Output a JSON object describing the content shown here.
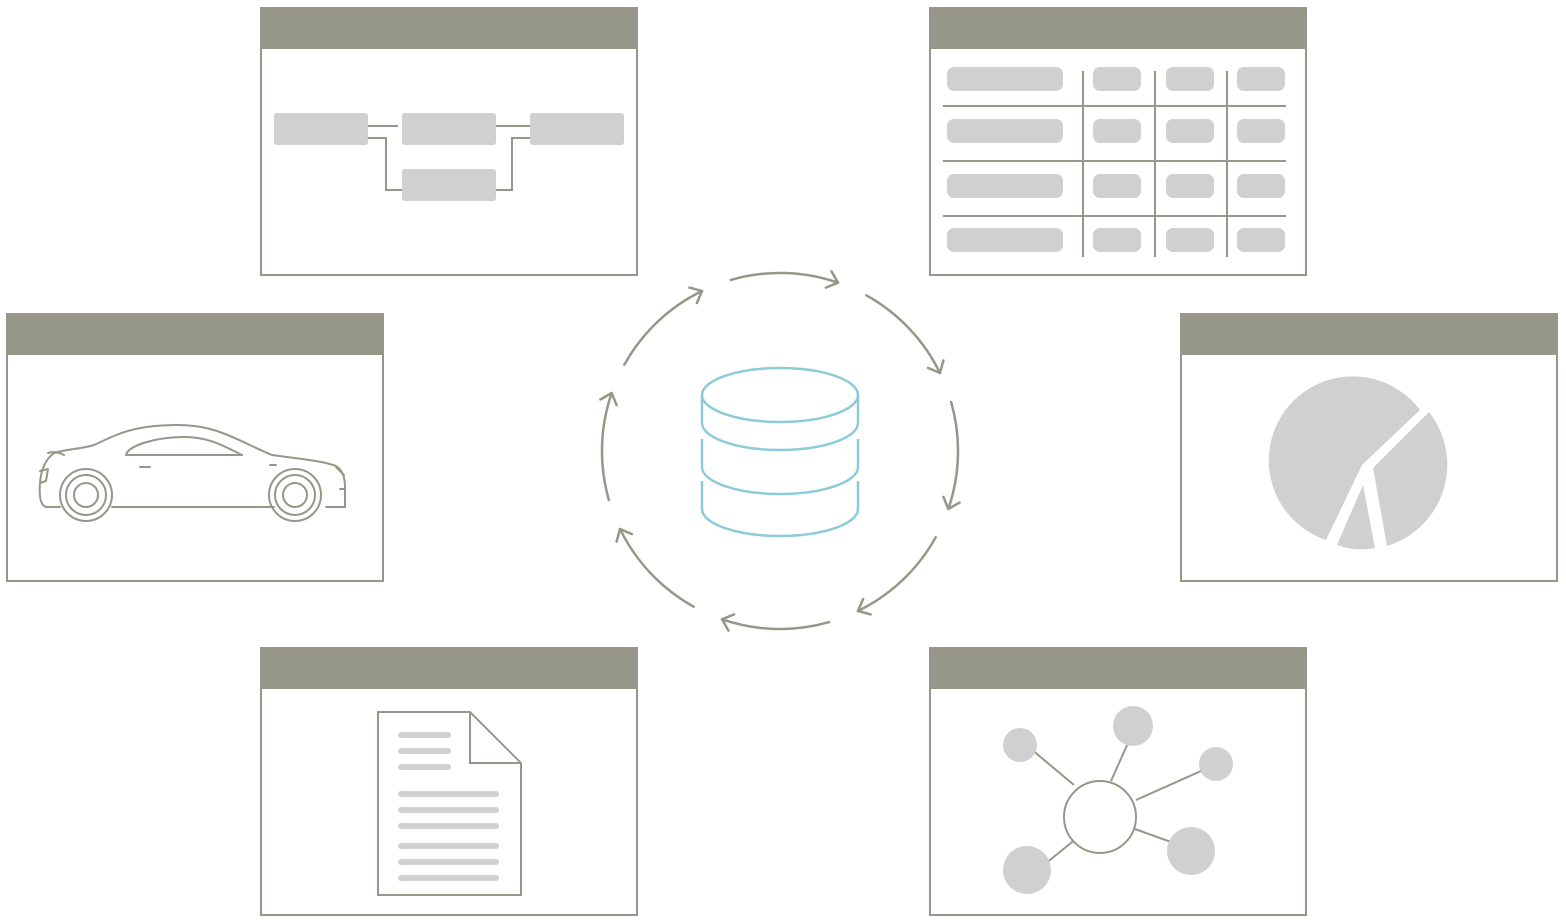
{
  "colors": {
    "frame": "#969689",
    "header": "#979789",
    "placeholder": "#d0d0d0",
    "database": "#8ecbd8",
    "background": "#ffffff"
  },
  "panels": [
    {
      "id": "workflow",
      "icon": "flowchart-icon"
    },
    {
      "id": "table",
      "icon": "table-grid-icon"
    },
    {
      "id": "vehicle",
      "icon": "car-icon"
    },
    {
      "id": "chart",
      "icon": "pie-chart-icon"
    },
    {
      "id": "document",
      "icon": "document-icon"
    },
    {
      "id": "network",
      "icon": "network-graph-icon"
    }
  ],
  "center": {
    "icon": "database-icon",
    "cycle_icon": "circular-arrows-icon",
    "arrow_count": 8
  }
}
